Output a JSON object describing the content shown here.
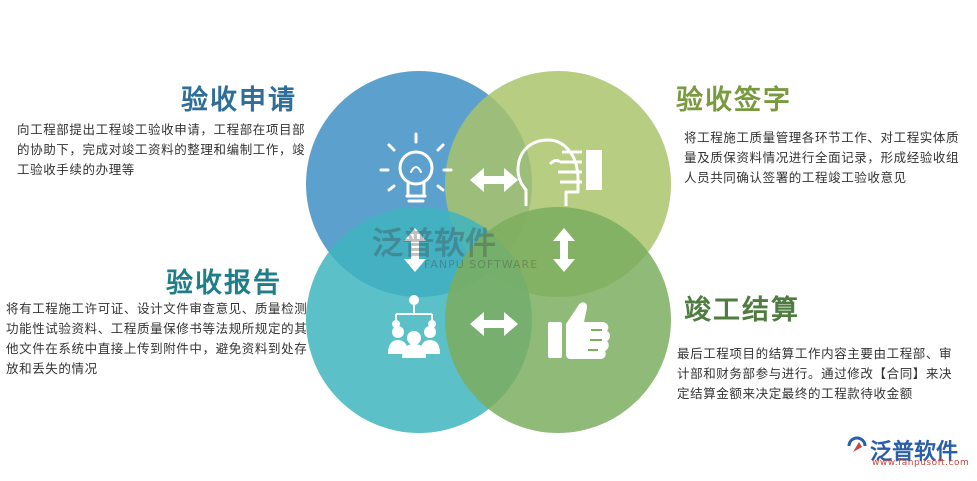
{
  "sections": {
    "top_left": {
      "title": "验收申请",
      "text": "向工程部提出工程竣工验收申请，工程部在项目部的协助下，完成对竣工资料的整理和编制工作，竣工验收手续的办理等"
    },
    "top_right": {
      "title": "验收签字",
      "text": "将工程施工质量管理各环节工作、对工程实体质量及质保资料情况进行全面记录，形成经验收组人员共同确认签署的工程竣工验收意见"
    },
    "bottom_left": {
      "title": "验收报告",
      "text": "将有工程施工许可证、设计文件审查意见、质量检测功能性试验资料、工程质量保修书等法规所规定的其他文件在系统中直接上传到附件中，避免资料到处存放和丢失的情况"
    },
    "bottom_right": {
      "title": "竣工结算",
      "text": "最后工程项目的结算工作内容主要由工程部、审计部和财务部参与进行。通过修改【合同】来决定结算金额来决定最终的工程款待收金额"
    }
  },
  "watermark": {
    "text": "泛普软件",
    "sub": "FANPU SOFTWARE"
  },
  "brand": {
    "name": "泛普软件",
    "url": "www.fanpusoft.com"
  },
  "colors": {
    "circle_top_left": "#3f8fc6",
    "circle_top_right": "#a9c46c",
    "circle_bottom_left": "#3fb5bf",
    "circle_bottom_right": "#7cae5f",
    "icon": "#ffffff"
  },
  "icons": [
    "lightbulb-icon",
    "head-hand-icon",
    "people-network-icon",
    "thumbs-up-icon",
    "double-arrow-icon"
  ]
}
